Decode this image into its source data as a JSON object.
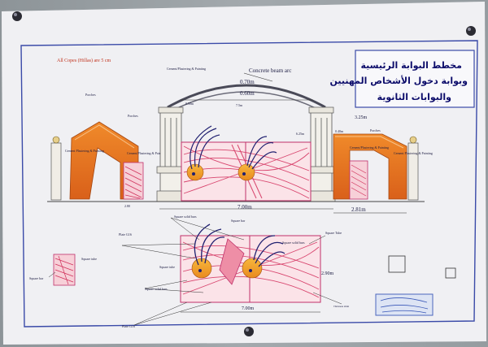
{
  "title_ar": [
    "مخطط البوابة الرئيسية",
    "وبوابة دخول الأشخاص المهنيين",
    "والبوابات الثانوية"
  ],
  "note": "All Copes (Hillas) are 5 cm",
  "labels": {
    "concrete_beam_arc": "Concrete beam arc",
    "porches_left": "Porches",
    "porches_mid": "Porches",
    "porches_right": "Porches",
    "cement_top": "Cement/Plastering & Painting",
    "cement_left": "Cement Plastering & Painting",
    "cement_mid": "Cement/Plastering & Painting",
    "cement_right": "Cement/Plastering & Painting",
    "cement_far_right": "Cement Plastering & Painting",
    "square_solid_bars_top": "Square solid bars",
    "square_bar_mid": "Square bar",
    "square_solid_bars_mid": "Square solid bars",
    "square_tube_top": "Square Tube",
    "square_tube_left": "Square tube",
    "square_bar_left": "Square bar",
    "square_tube_center": "Square tube",
    "square_solid_bars_bottom": "Square solid bars",
    "plate_top": "Plate G16",
    "plate_bottom": "Plate G16",
    "thickness": "Thickness 2mm"
  },
  "dimensions": {
    "d070": "0.70m",
    "d060": "0.60m",
    "d325": "3.25m",
    "d700_upper": "7.00m",
    "d281": "2.81m",
    "d290": "2.90m",
    "d700_lower": "7.00m",
    "d050": "0.50m",
    "d040": "0.40m",
    "d625": "6.25m",
    "d55": "5.5m",
    "d75": "7.5m",
    "d280": "2.80"
  }
}
